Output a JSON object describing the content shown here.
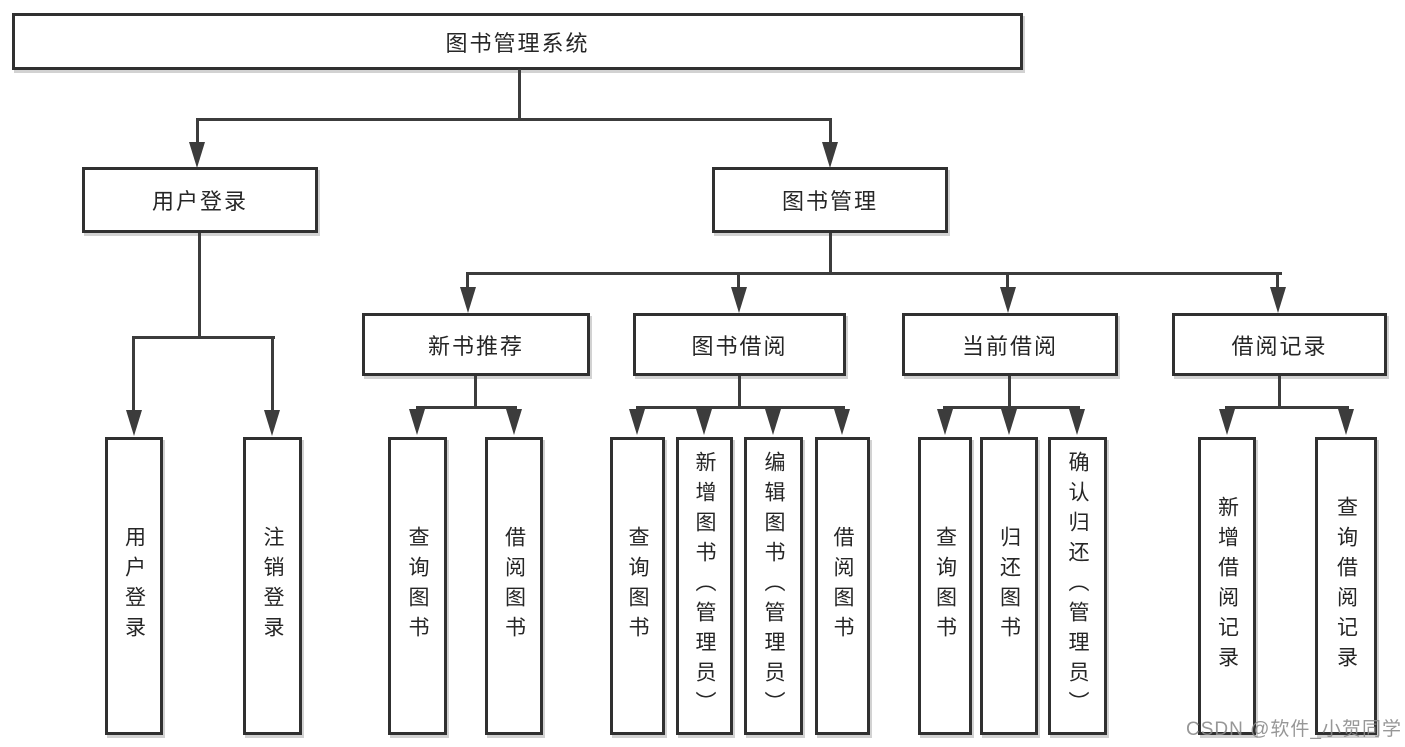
{
  "colors": {
    "background": "#ffffff",
    "box_border": "#303030",
    "connector_line": "#3c3c3c",
    "text": "#262626",
    "watermark_text": "#8c8c8c"
  },
  "diagram": {
    "root": {
      "label": "图书管理系统"
    },
    "branches": [
      {
        "label": "用户登录",
        "children": [
          {
            "label": "用户登录"
          },
          {
            "label": "注销登录"
          }
        ]
      },
      {
        "label": "图书管理",
        "children": [
          {
            "label": "新书推荐",
            "children": [
              {
                "label": "查询图书"
              },
              {
                "label": "借阅图书"
              }
            ]
          },
          {
            "label": "图书借阅",
            "children": [
              {
                "label": "查询图书"
              },
              {
                "label": "新增图书（管理员）"
              },
              {
                "label": "编辑图书（管理员）"
              },
              {
                "label": "借阅图书"
              }
            ]
          },
          {
            "label": "当前借阅",
            "children": [
              {
                "label": "查询图书"
              },
              {
                "label": "归还图书"
              },
              {
                "label": "确认归还（管理员）"
              }
            ]
          },
          {
            "label": "借阅记录",
            "children": [
              {
                "label": "新增借阅记录"
              },
              {
                "label": "查询借阅记录"
              }
            ]
          }
        ]
      }
    ]
  },
  "watermark": {
    "text": "CSDN @软件_小贺同学"
  }
}
